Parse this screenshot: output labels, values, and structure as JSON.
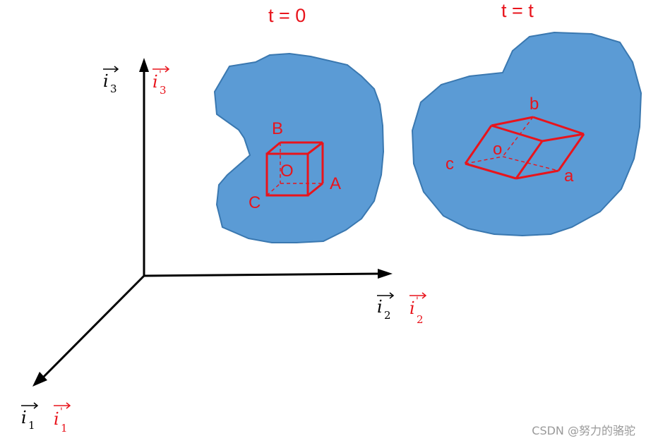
{
  "labels": {
    "time_initial": "t = 0",
    "time_current": "t = t",
    "axis1_black": "i",
    "axis1_black_sub": "1",
    "axis1_red": "i",
    "axis1_red_sub": "1",
    "axis2_black": "i",
    "axis2_black_sub": "2",
    "axis2_red": "i",
    "axis2_red_sub": "2",
    "axis3_black": "i",
    "axis3_black_sub": "3",
    "axis3_red": "i",
    "axis3_red_sub": "3",
    "prime_mark": "'",
    "vertex_B": "B",
    "vertex_O": "O",
    "vertex_A": "A",
    "vertex_C": "C",
    "vertex_b": "b",
    "vertex_o": "o",
    "vertex_a": "a",
    "vertex_c": "c",
    "watermark": "CSDN @努力的骆驼"
  },
  "colors": {
    "body_fill": "#5b9bd5",
    "body_stroke": "#3a78b0",
    "element_red": "#e8141c",
    "axis_black": "#000000"
  }
}
